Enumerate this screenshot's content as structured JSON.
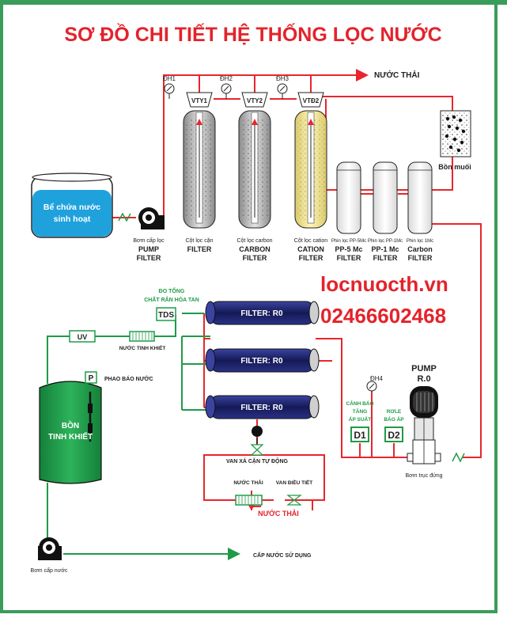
{
  "title": "SƠ ĐỒ CHI TIẾT HỆ THỐNG LỌC NƯỚC",
  "brand": {
    "website": "locnuocth.vn",
    "phone": "02466602468"
  },
  "colors": {
    "title_red": "#e3232b",
    "pipe_red": "#e8262c",
    "pipe_green": "#1f9b48",
    "frame_green": "#3a9c5a",
    "tank_blue": "#1fa2dc",
    "tank_green": "#1f9b48",
    "ro_navy": "#1e2467"
  },
  "labels": {
    "nuoc_thai_top": "NƯỚC THẢI",
    "be_chua_1": "Bể chứa nước",
    "be_chua_2": "sinh hoạt",
    "bom_cap_loc": "Bơm cấp lọc",
    "pump_filter_1": "PUMP",
    "pump_filter_2": "FILTER",
    "dh1": "ĐH1",
    "dh2": "ĐH2",
    "dh3": "ĐH3",
    "dh4": "ĐH4",
    "vty1": "VTY1",
    "vty2": "VTY2",
    "vtd2": "VTĐ2",
    "col1_small": "Cột lọc cặn",
    "col1_big": "FILTER",
    "col2_small": "Cột lọc carbon",
    "col2_big1": "CARBON",
    "col2_big2": "FILTER",
    "col3_small": "Cột lọc cation",
    "col3_big1": "CATION",
    "col3_big2": "FILTER",
    "pp5_small": "Phin lọc PP-5Mc",
    "pp5_big1": "PP-5 Mc",
    "pp5_big2": "FILTER",
    "pp1_small": "Phin lọc PP-1Mc",
    "pp1_big1": "PP-1 Mc",
    "pp1_big2": "FILTER",
    "carb_small": "Phin lọc 1Mc",
    "carb_big1": "Carbon",
    "carb_big2": "FILTER",
    "bon_muoi": "Bồn muối",
    "do_tong_1": "ĐO TỔNG",
    "do_tong_2": "CHẤT RẮN HÒA TAN",
    "tds": "TDS",
    "uv": "UV",
    "nuoc_tinh_khiet": "NƯỚC TINH KHIẾT",
    "p": "P",
    "phao_bao_nuoc": "PHAO BÁO NƯỚC",
    "bon_1": "BỒN",
    "bon_2": "TINH KHIẾT",
    "ro1": "FILTER: R0",
    "ro2": "FILTER: R0",
    "ro3": "FILTER: R0",
    "van_xa": "VAN XẢ CẶN TỰ ĐỘNG",
    "nuoc_thai_small": "NƯỚC THẢI",
    "van_dieu_tiet": "VAN ĐIỀU TIẾT",
    "nuoc_thai_bottom": "NƯỚC THẢI",
    "canh_bao_1": "CẢNH BÁO",
    "canh_bao_2": "TĂNG",
    "canh_bao_3": "ÁP SUẤT",
    "d1": "D1",
    "role_1": "RƠLE",
    "role_2": "BÁO ÁP",
    "d2": "D2",
    "pump_ro_1": "PUMP",
    "pump_ro_2": "R.0",
    "bom_truc_dung": "Bơm trục đứng",
    "bom_cap_nuoc": "Bơm cấp nước",
    "cap_nuoc": "CẤP NƯỚC SỬ DỤNG"
  }
}
